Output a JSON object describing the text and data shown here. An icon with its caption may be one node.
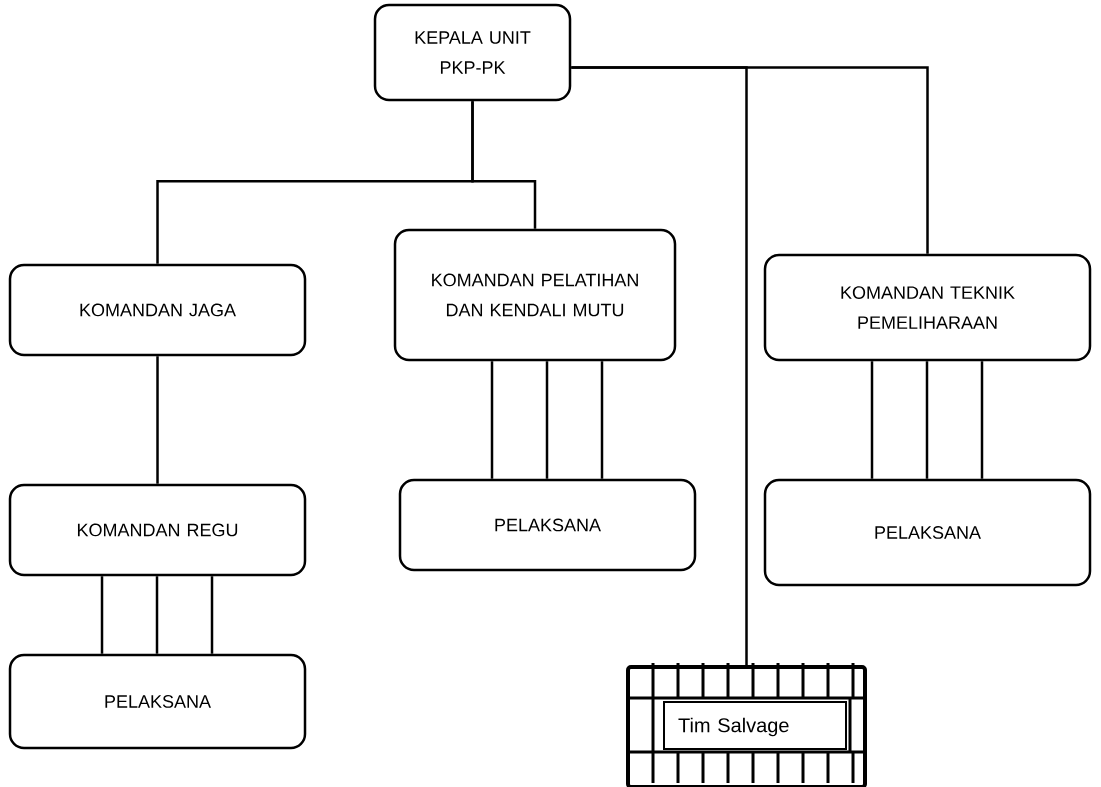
{
  "diagram": {
    "nodes": [
      {
        "text": [
          "KEPALA UNIT PKP-PK"
        ]
      },
      {
        "text": [
          "KOMANDAN JAGA"
        ]
      },
      {
        "text": [
          "KOMANDAN PELATIHAN DAN KENDALI MUTU"
        ]
      },
      {
        "text": [
          "KOMANDAN TEKNIK PEMELIHARAAN"
        ]
      },
      {
        "text": [
          "KOMANDAN REGU"
        ]
      },
      {
        "text": [
          "PELAKSANA"
        ]
      },
      {
        "text": [
          "PELAKSANA"
        ]
      },
      {
        "text": [
          "PELAKSANA"
        ]
      },
      {
        "text": [
          "Tim Salvage"
        ]
      }
    ],
    "edges": [
      {
        "from": 0,
        "to": 1,
        "arrow": "none"
      },
      {
        "from": 0,
        "to": 2,
        "arrow": "none"
      },
      {
        "from": 0,
        "to": 3,
        "arrow": "none"
      },
      {
        "from": 0,
        "to": 8,
        "arrow": "none"
      },
      {
        "from": 1,
        "to": 4,
        "arrow": "none"
      },
      {
        "from": 4,
        "to": 7,
        "arrow": "none"
      },
      {
        "from": 4,
        "to": 7,
        "arrow": "none"
      },
      {
        "from": 4,
        "to": 7,
        "arrow": "none"
      },
      {
        "from": 2,
        "to": 5,
        "arrow": "none"
      },
      {
        "from": 2,
        "to": 5,
        "arrow": "none"
      },
      {
        "from": 2,
        "to": 5,
        "arrow": "none"
      },
      {
        "from": 3,
        "to": 6,
        "arrow": "none"
      },
      {
        "from": 3,
        "to": 6,
        "arrow": "none"
      },
      {
        "from": 3,
        "to": 6,
        "arrow": "none"
      }
    ]
  }
}
